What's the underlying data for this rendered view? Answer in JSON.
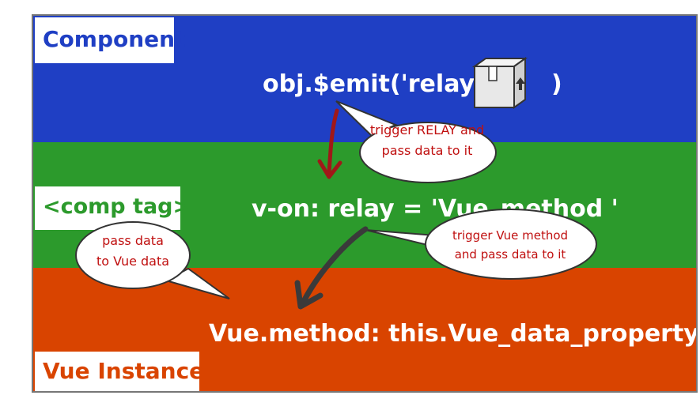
{
  "layers": {
    "component": {
      "label": "Component",
      "color": "#1f3fc4"
    },
    "comp_tag": {
      "label": "<comp tag>",
      "color": "#2c9a2c"
    },
    "vue_instance": {
      "label": "Vue Instance",
      "color": "#d94400"
    }
  },
  "code": {
    "emit_prefix": "obj.$emit('relay',",
    "emit_suffix": ")",
    "von": "v-on: relay = 'Vue_method '",
    "method": "Vue.method: this.Vue_data_property"
  },
  "bubbles": {
    "relay": {
      "line1": "trigger RELAY and",
      "line2": "pass data to it"
    },
    "pass_data": {
      "line1": "pass data",
      "line2": "to Vue data"
    },
    "trigger_method": {
      "line1": "trigger Vue method",
      "line2": "and pass data to it"
    }
  },
  "icons": {
    "package": "package-box-icon"
  },
  "colors": {
    "bubble_text": "#c01010",
    "arrow_red": "#a01818",
    "arrow_dark": "#3a3a3a"
  }
}
